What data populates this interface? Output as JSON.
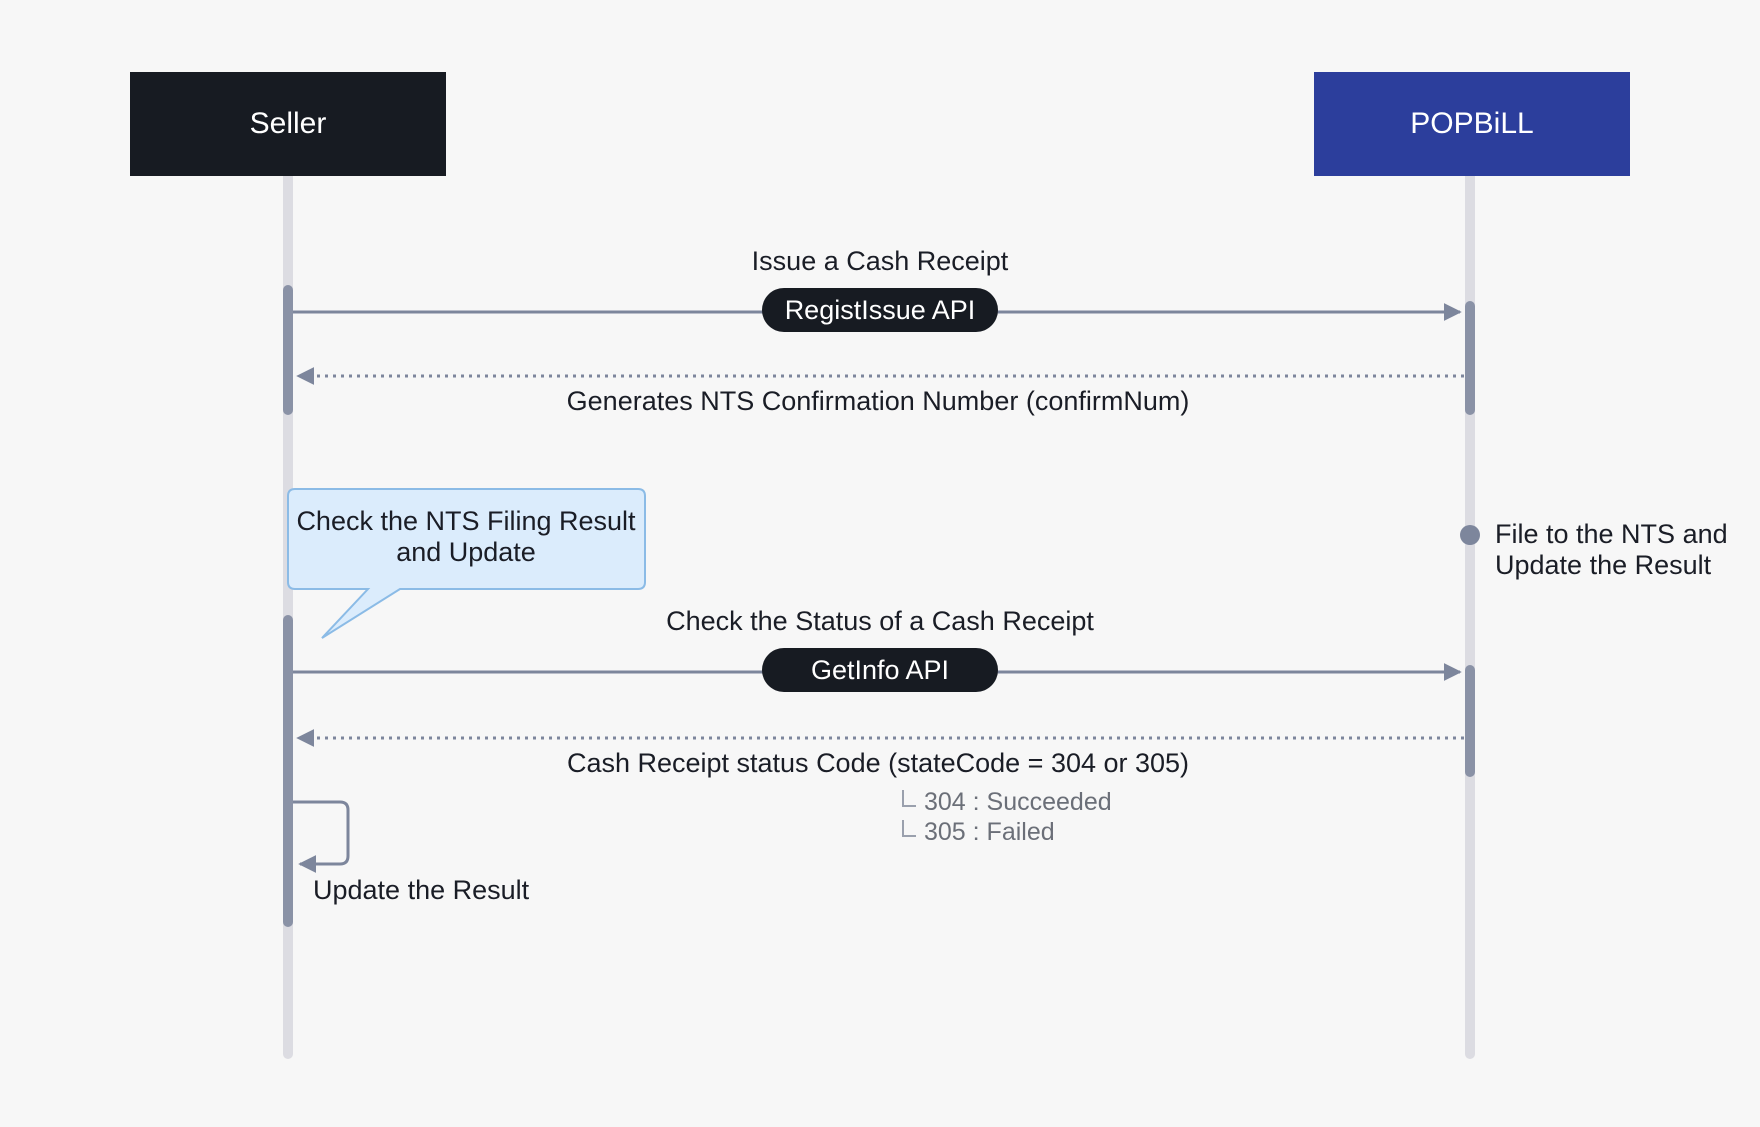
{
  "actors": {
    "seller": "Seller",
    "popbill": "POPBiLL"
  },
  "messages": {
    "issue": {
      "title": "Issue a Cash Receipt",
      "api": "RegistIssue API",
      "response": "Generates NTS Confirmation Number (confirmNum)"
    },
    "check": {
      "title": "Check the Status of a Cash Receipt",
      "api": "GetInfo API",
      "response": "Cash Receipt status Code (stateCode = 304 or 305)",
      "codes": [
        {
          "text": "304 : Succeeded"
        },
        {
          "text": "305 : Failed"
        }
      ]
    }
  },
  "note": {
    "line1": "Check the NTS Filing Result",
    "line2": "and Update"
  },
  "popbill_event": {
    "line1": "File to the NTS and",
    "line2": "Update the Result"
  },
  "self_message": "Update the Result",
  "colors": {
    "seller_header": "#171b22",
    "popbill_header": "#2c3e9c",
    "arrow": "#7d869c",
    "lifeline": "#dcdce2",
    "note_fill": "#dbecfc",
    "note_border": "#8bbbe6"
  }
}
